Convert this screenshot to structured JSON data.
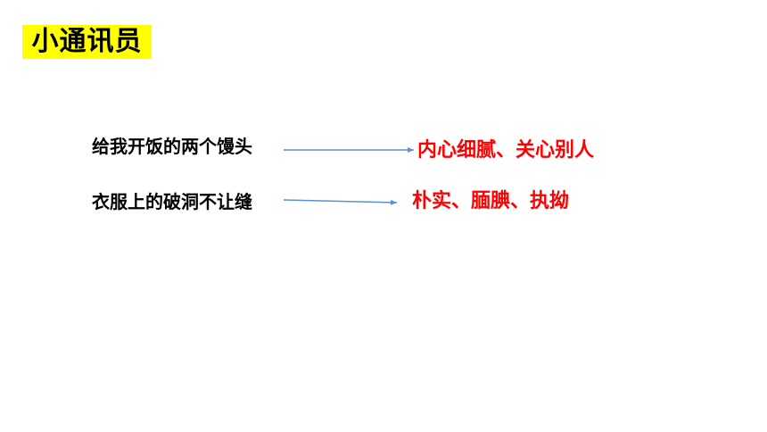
{
  "title": "小通讯员",
  "colors": {
    "title_background": "#ffff00",
    "title_text": "#000000",
    "left_text": "#000000",
    "right_text": "#ff0000",
    "arrow": "#5b8fd0"
  },
  "rows": [
    {
      "event": "给我开饭的两个馒头",
      "quality": "内心细腻、关心别人"
    },
    {
      "event": "衣服上的破洞不让缝",
      "quality": "朴实、腼腆、执拗"
    }
  ]
}
